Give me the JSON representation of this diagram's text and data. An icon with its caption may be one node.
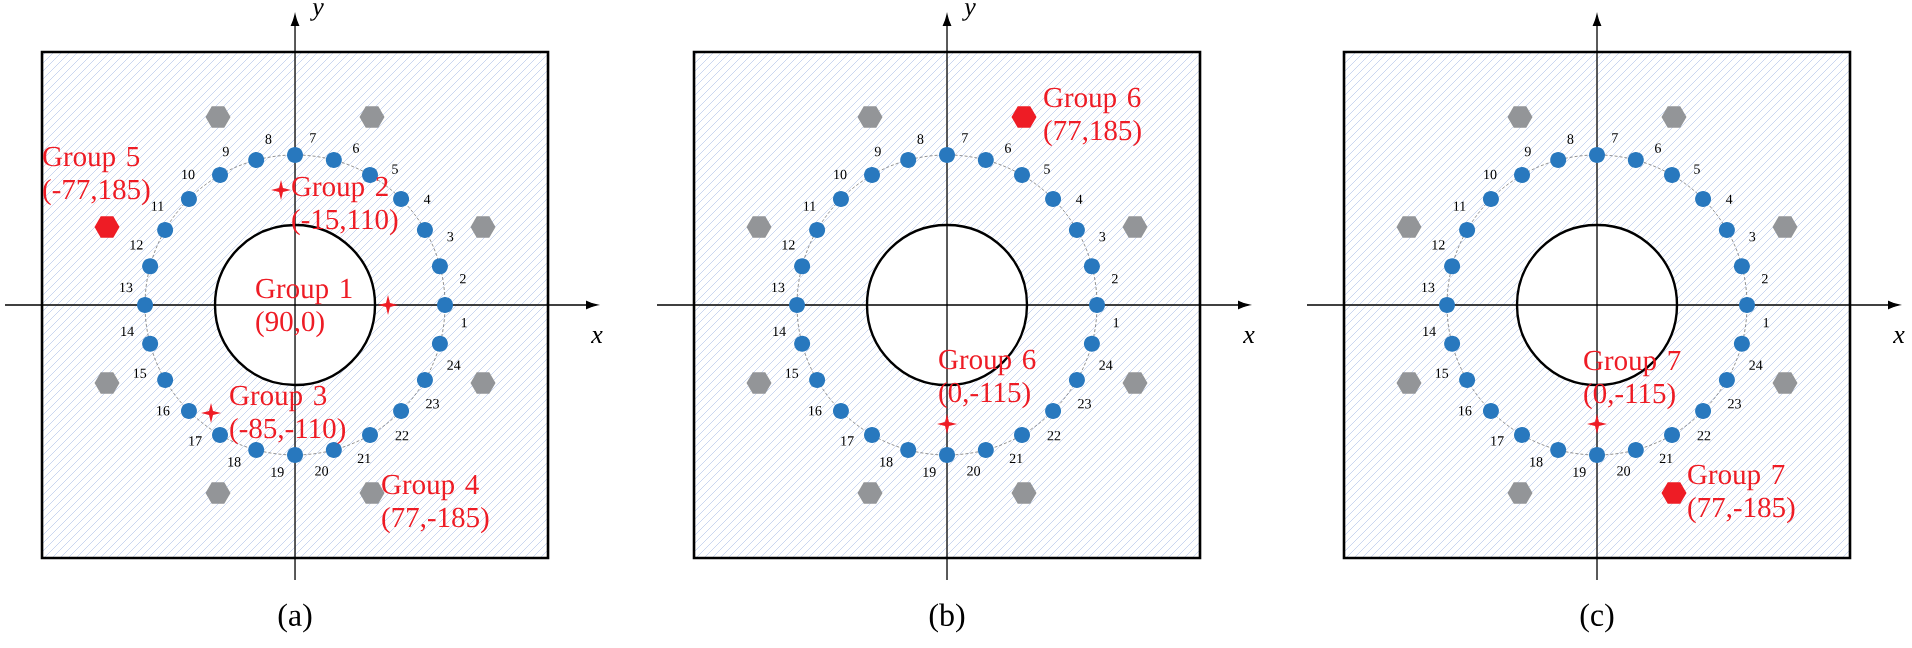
{
  "diagram": {
    "labels": [
      "y",
      "1",
      "2",
      "3",
      "4",
      "5",
      "6",
      "7",
      "8",
      "9",
      "10",
      "11",
      "12",
      "13",
      "14",
      "15",
      "16",
      "17",
      "18",
      "19",
      "20",
      "21",
      "22",
      "23",
      "24",
      "x",
      "Group 5 (-77,185)",
      "Group 2 (-15,110)",
      "Group 1 (90,0)",
      "Group 3 (-85,-110)",
      "Group 4 (77,-185)",
      "(a)",
      "y",
      "1",
      "2",
      "3",
      "4",
      "5",
      "6",
      "7",
      "8",
      "9",
      "10",
      "11",
      "12",
      "13",
      "14",
      "15",
      "16",
      "17",
      "18",
      "19",
      "20",
      "21",
      "22",
      "23",
      "24",
      "x",
      "Group 6 (77,185)",
      "Group 6 (0,-115)",
      "(b)",
      "1",
      "2",
      "3",
      "4",
      "5",
      "6",
      "7",
      "8",
      "9",
      "10",
      "11",
      "12",
      "13",
      "14",
      "15",
      "16",
      "17",
      "18",
      "19",
      "20",
      "21",
      "22",
      "23",
      "24",
      "x",
      "Group 7 (0,-115)",
      "Group 7 (77,-185)",
      "(c)"
    ]
  }
}
